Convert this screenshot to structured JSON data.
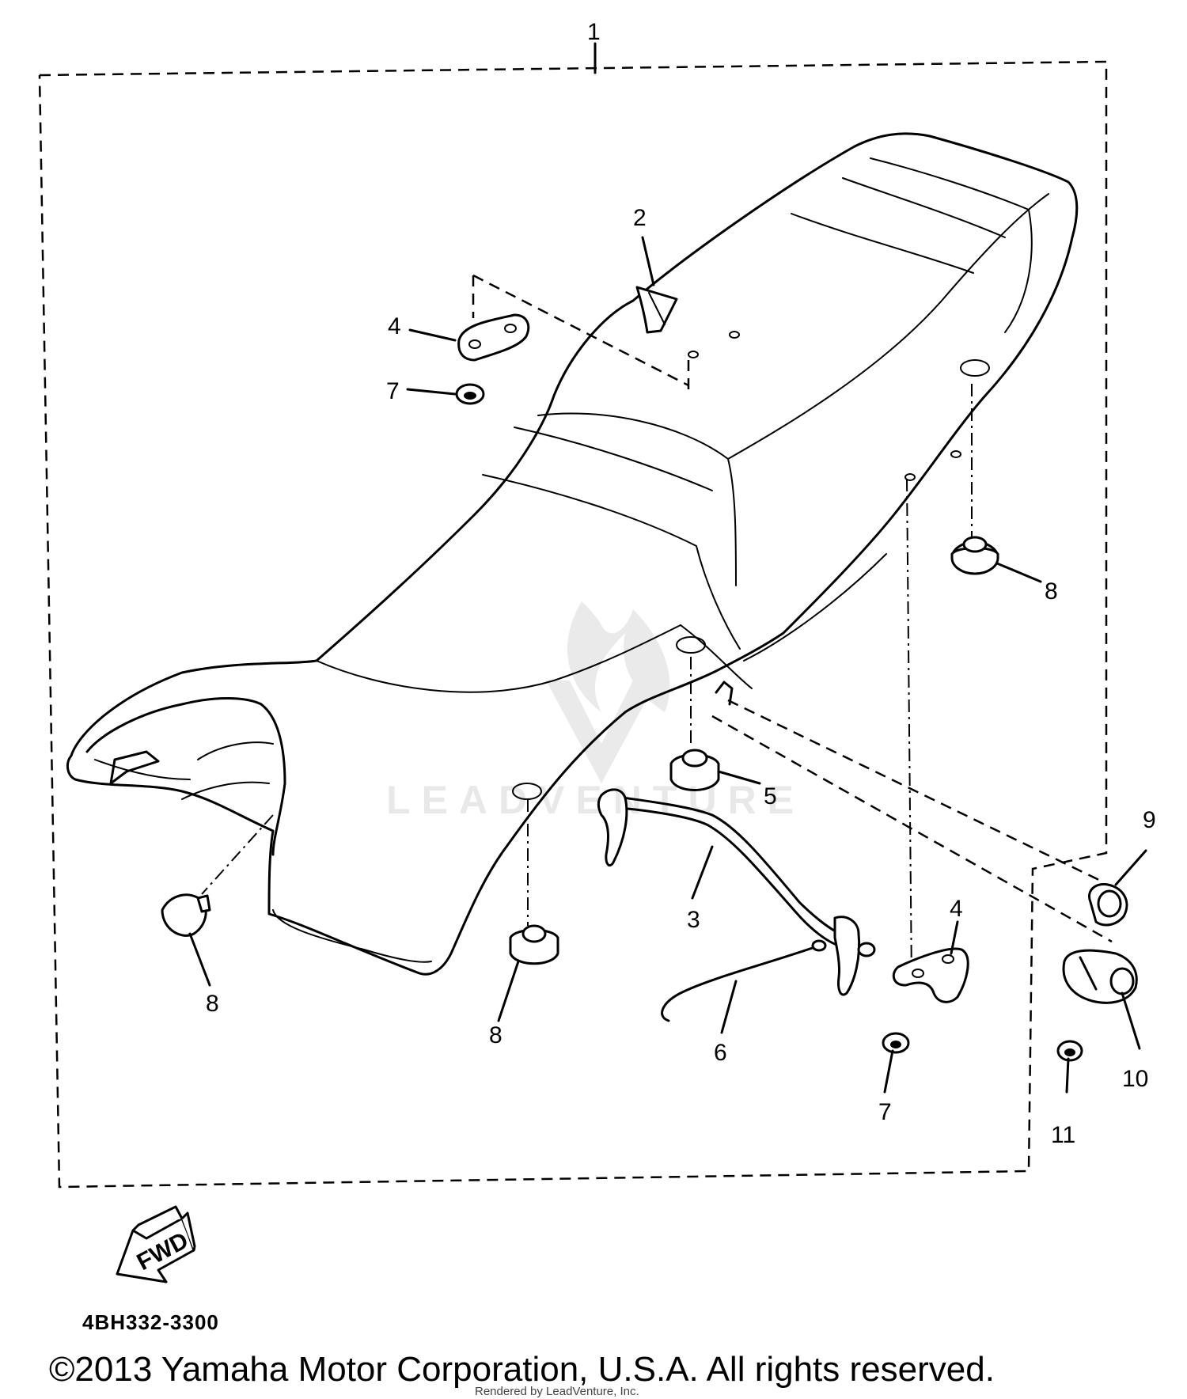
{
  "callouts": {
    "c1": "1",
    "c2": "2",
    "c3": "3",
    "c4a": "4",
    "c4b": "4",
    "c5": "5",
    "c6": "6",
    "c7a": "7",
    "c7b": "7",
    "c8a": "8",
    "c8b": "8",
    "c8c": "8",
    "c9": "9",
    "c10": "10",
    "c11": "11"
  },
  "fwd_label": "FWD",
  "part_code": "4BH332-3300",
  "copyright": "©2013 Yamaha Motor Corporation, U.S.A. All rights reserved.",
  "render_credit": "Rendered by LeadVenture, Inc.",
  "watermark": "LEADVENTURE"
}
